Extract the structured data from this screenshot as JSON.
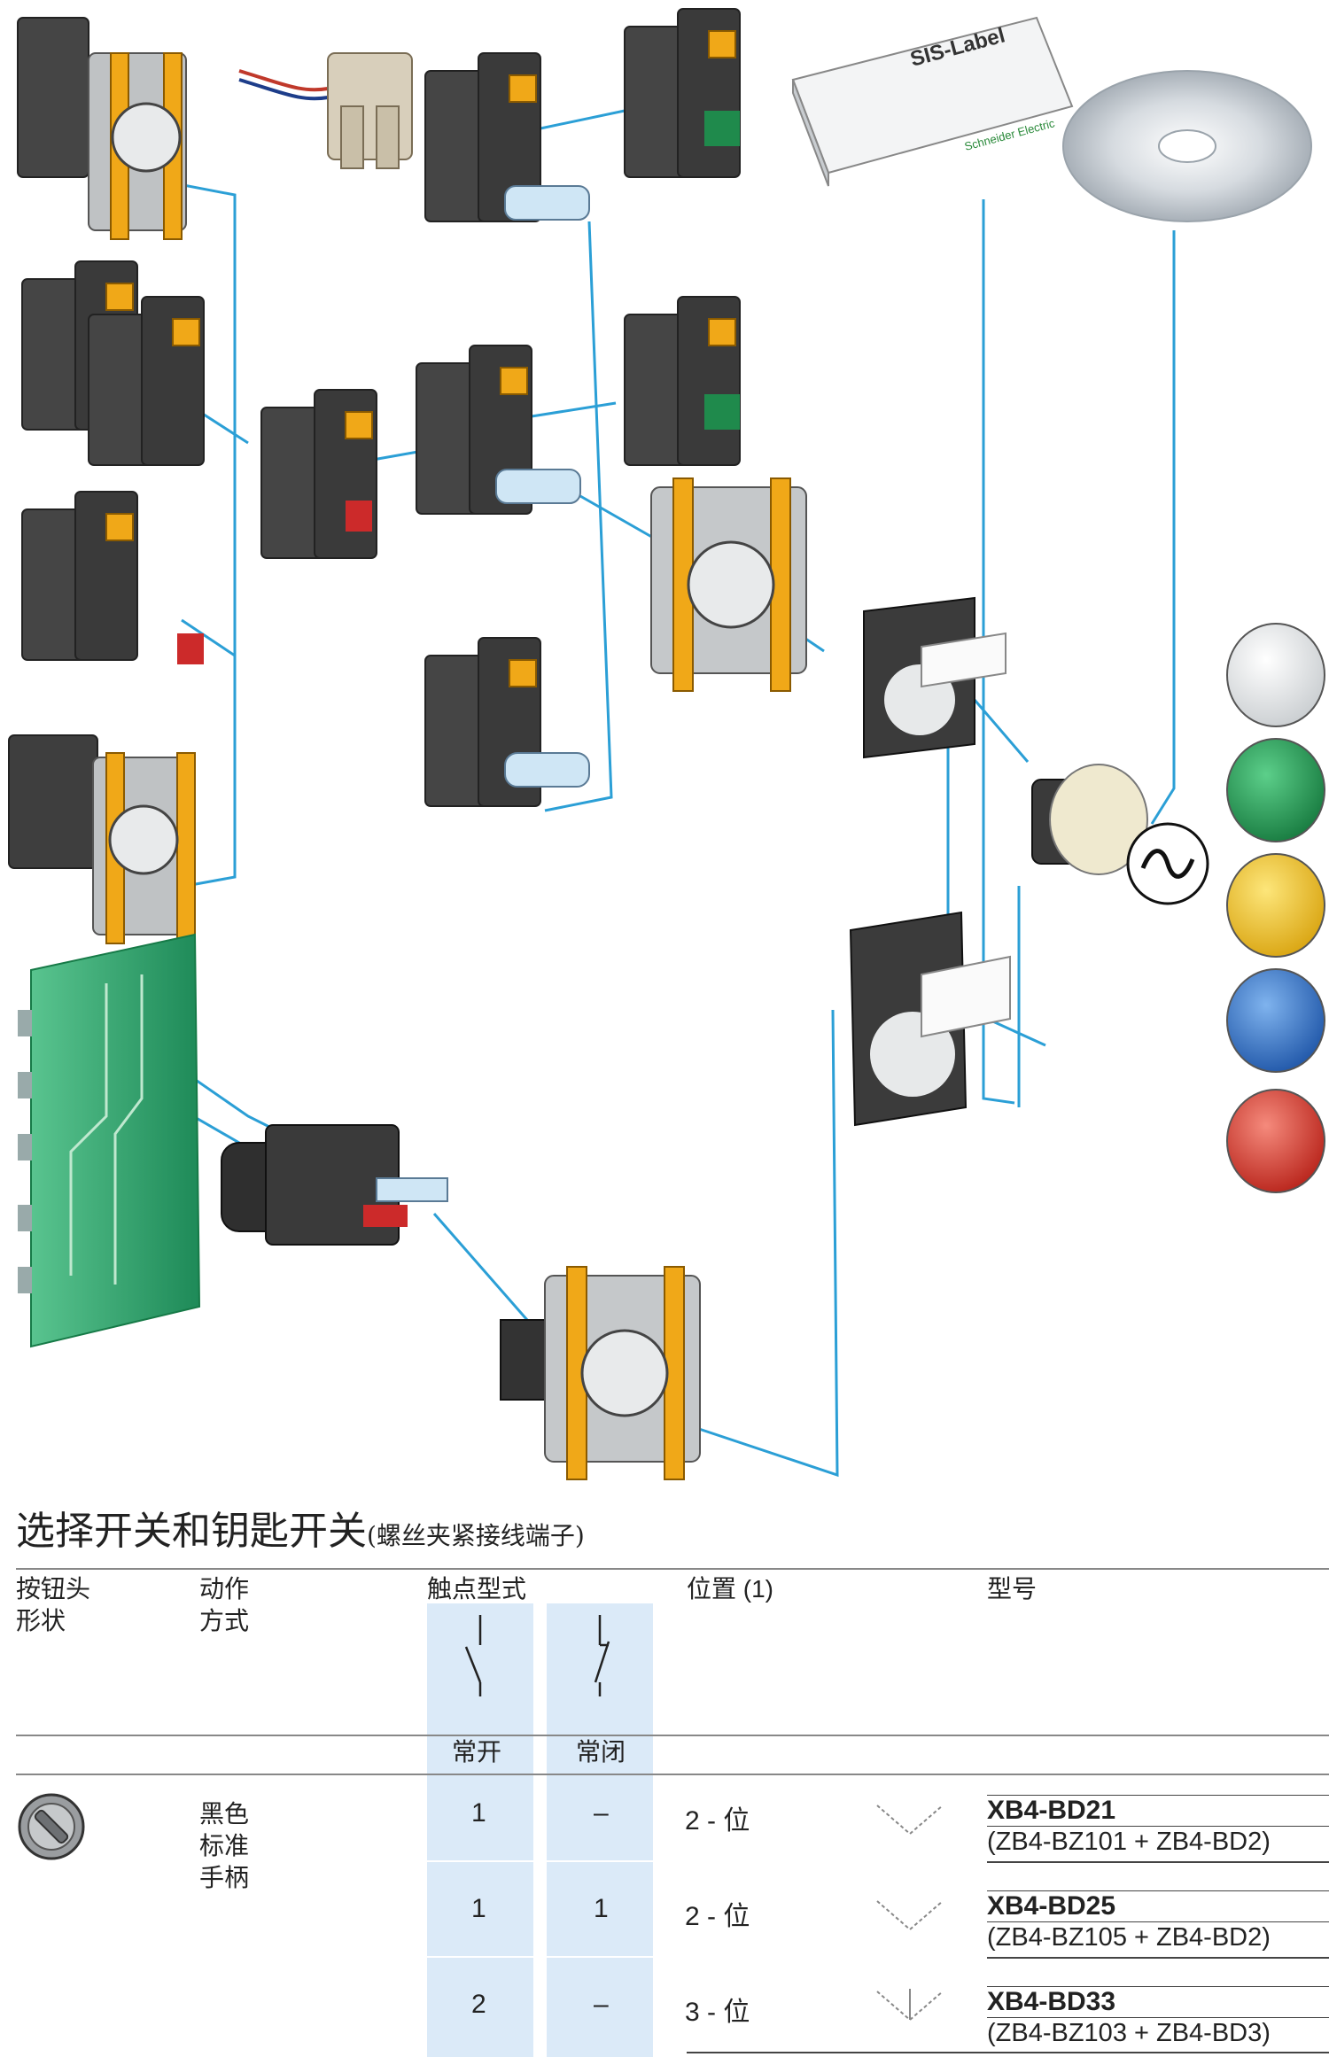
{
  "diagram": {
    "cd_label": "SIS-Label",
    "cd_brand": "Schneider Electric"
  },
  "section": {
    "title": "选择开关和钥匙开关",
    "subtitle": "(螺丝夹紧接线端子)"
  },
  "table": {
    "headers": {
      "head_shape": "按钮头\n形状",
      "operation": "动作\n方式",
      "contact_type": "触点型式",
      "position": "位置 (1)",
      "model": "型号"
    },
    "contact_types": [
      "常开",
      "常闭"
    ],
    "operator_desc": "黑色\n标准\n手柄",
    "rows": [
      {
        "no": "1",
        "nc": "–",
        "position": "2 - 位",
        "model": "XB4-BD21",
        "components": "(ZB4-BZ101 + ZB4-BD2)"
      },
      {
        "no": "1",
        "nc": "1",
        "position": "2 - 位",
        "model": "XB4-BD25",
        "components": "(ZB4-BZ105 + ZB4-BD2)"
      },
      {
        "no": "2",
        "nc": "–",
        "position": "3 - 位",
        "model": "XB4-BD33",
        "components": "(ZB4-BZ103 + ZB4-BD3)"
      }
    ]
  },
  "colors": {
    "line_blue": "#2b9fd6",
    "module_gray": "#3d3d3d",
    "bracket_yellow": "#f0a818",
    "pcb_green": "#2fa86e",
    "column_blue": "#dbeaf8",
    "cap_colors": [
      "#f2f2f2",
      "#2e9a55",
      "#f2c21d",
      "#2f6fc4",
      "#d8382e"
    ]
  }
}
